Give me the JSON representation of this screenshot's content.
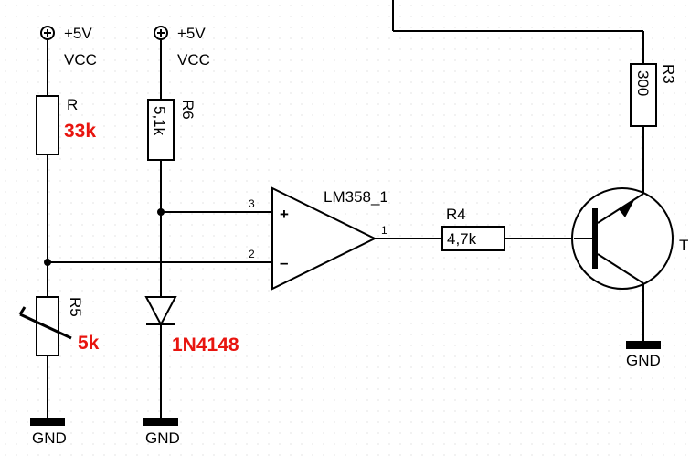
{
  "supplies": [
    {
      "voltage": "+5V",
      "net": "VCC"
    },
    {
      "voltage": "+5V",
      "net": "VCC"
    }
  ],
  "components": {
    "r_top": {
      "ref": "R",
      "value": "33k"
    },
    "r6": {
      "ref": "R6",
      "value": "5,1k"
    },
    "r5": {
      "ref": "R5",
      "value": "5k"
    },
    "diode": {
      "value": "1N4148"
    },
    "opamp": {
      "ref": "LM358_1",
      "pin_noninv": "3",
      "pin_inv": "2",
      "pin_out": "1",
      "plus": "+",
      "minus": "–"
    },
    "r4": {
      "ref": "R4",
      "value": "4,7k"
    },
    "r3": {
      "ref": "R3",
      "value": "300"
    },
    "transistor": {
      "ref": "T"
    }
  },
  "grounds": [
    "GND",
    "GND",
    "GND"
  ],
  "colors": {
    "annotation": "#e8150f",
    "wire": "#000000",
    "grid_dot": "#d0d0d0"
  },
  "icons": [
    "power-supply-icon",
    "ground-icon",
    "diode-icon",
    "opamp-icon",
    "npn-transistor-icon",
    "potentiometer-icon"
  ]
}
